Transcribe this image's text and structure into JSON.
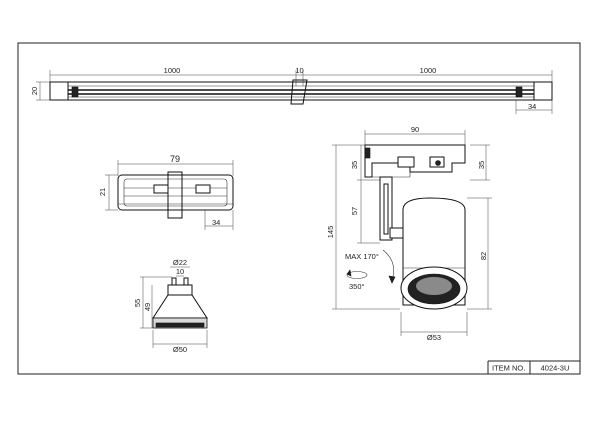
{
  "track_view": {
    "dim_left": "1000",
    "dim_center": "10",
    "dim_right": "1000",
    "dim_height": "20",
    "dim_right_small": "34"
  },
  "adapter_view": {
    "dim_length": "79",
    "dim_height": "21",
    "dim_depth": "34"
  },
  "lamp_view": {
    "dim_top_dia": "Ø22",
    "dim_pin": "10",
    "dim_height_total": "55",
    "dim_height_body": "49",
    "dim_bottom_dia": "Ø50"
  },
  "spot_view": {
    "dim_width": "90",
    "dim_top_left": "35",
    "dim_top_right": "35",
    "dim_stem": "57",
    "dim_total": "145",
    "dim_head": "82",
    "tilt_label": "MAX 170°",
    "rotate_label": "350°",
    "dim_head_dia": "Ø53"
  },
  "title_block": {
    "label": "ITEM NO.",
    "value": "4024-3U"
  }
}
